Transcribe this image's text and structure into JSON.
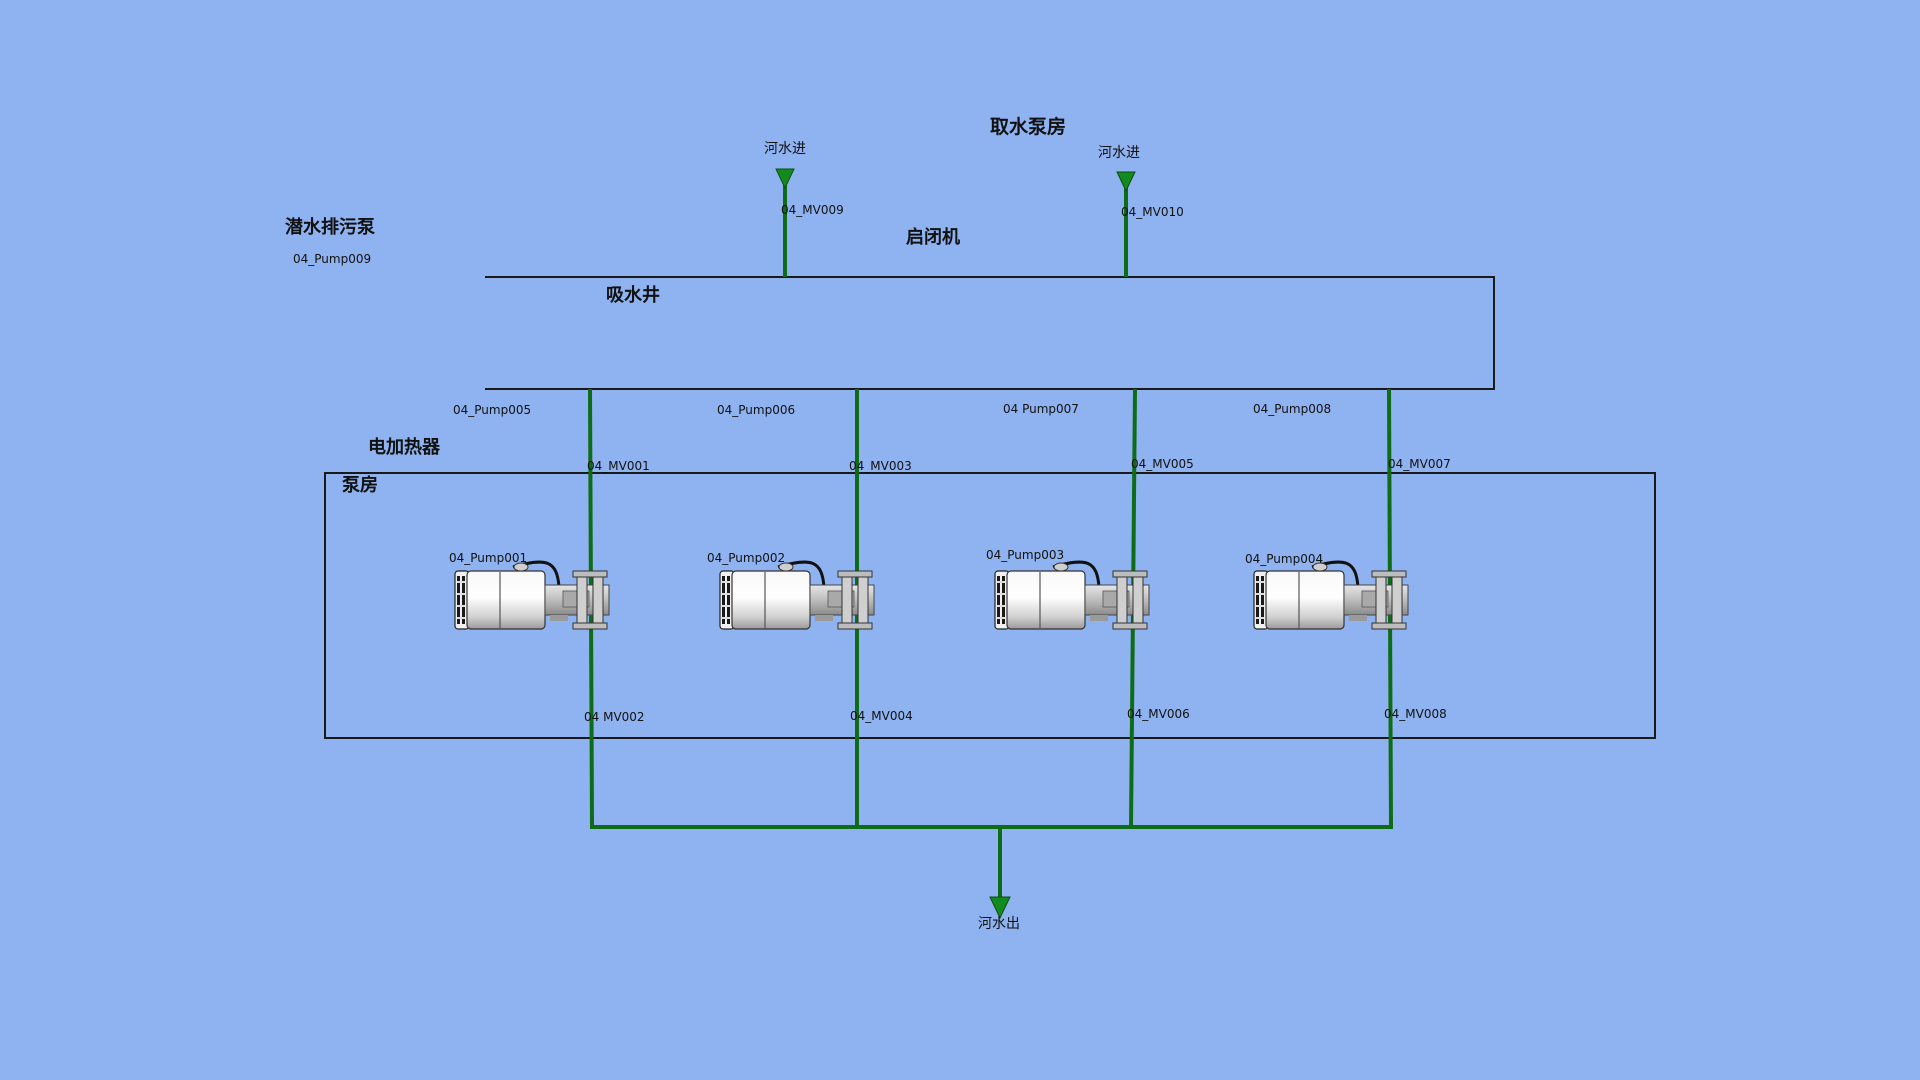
{
  "window": {
    "title": "取水泵房"
  },
  "labels": {
    "sewage_pump": "潜水排污泵",
    "sewage_pump_tag": "04_Pump009",
    "gate_hoist": "启闭机",
    "suction_well": "吸水井",
    "electric_heater": "电加热器",
    "pump_room": "泵房",
    "river_in": "河水进",
    "river_out": "河水出"
  },
  "inlet_valves": [
    "04_MV009",
    "04_MV010"
  ],
  "upper_pump_tags": [
    "04_Pump005",
    "04_Pump006",
    "04  Pump007",
    "04_Pump008"
  ],
  "pumps": [
    {
      "tag": "04_Pump001",
      "valve_in": "04_MV001",
      "valve_out": "04  MV002"
    },
    {
      "tag": "04_Pump002",
      "valve_in": "04_MV003",
      "valve_out": "04_MV004"
    },
    {
      "tag": "04_Pump003",
      "valve_in": "04_MV005",
      "valve_out": "04_MV006"
    },
    {
      "tag": "04_Pump004",
      "valve_in": "04_MV007",
      "valve_out": "04_MV008"
    }
  ],
  "colors": {
    "background": "#8fb3f0",
    "pipe": "#0e6b16",
    "outline": "#1a1a1a",
    "pump_body": "#e2e2e2"
  },
  "icons": {
    "flow_arrow": "arrow-down-triangle-icon",
    "pump": "horizontal-pump-icon"
  }
}
